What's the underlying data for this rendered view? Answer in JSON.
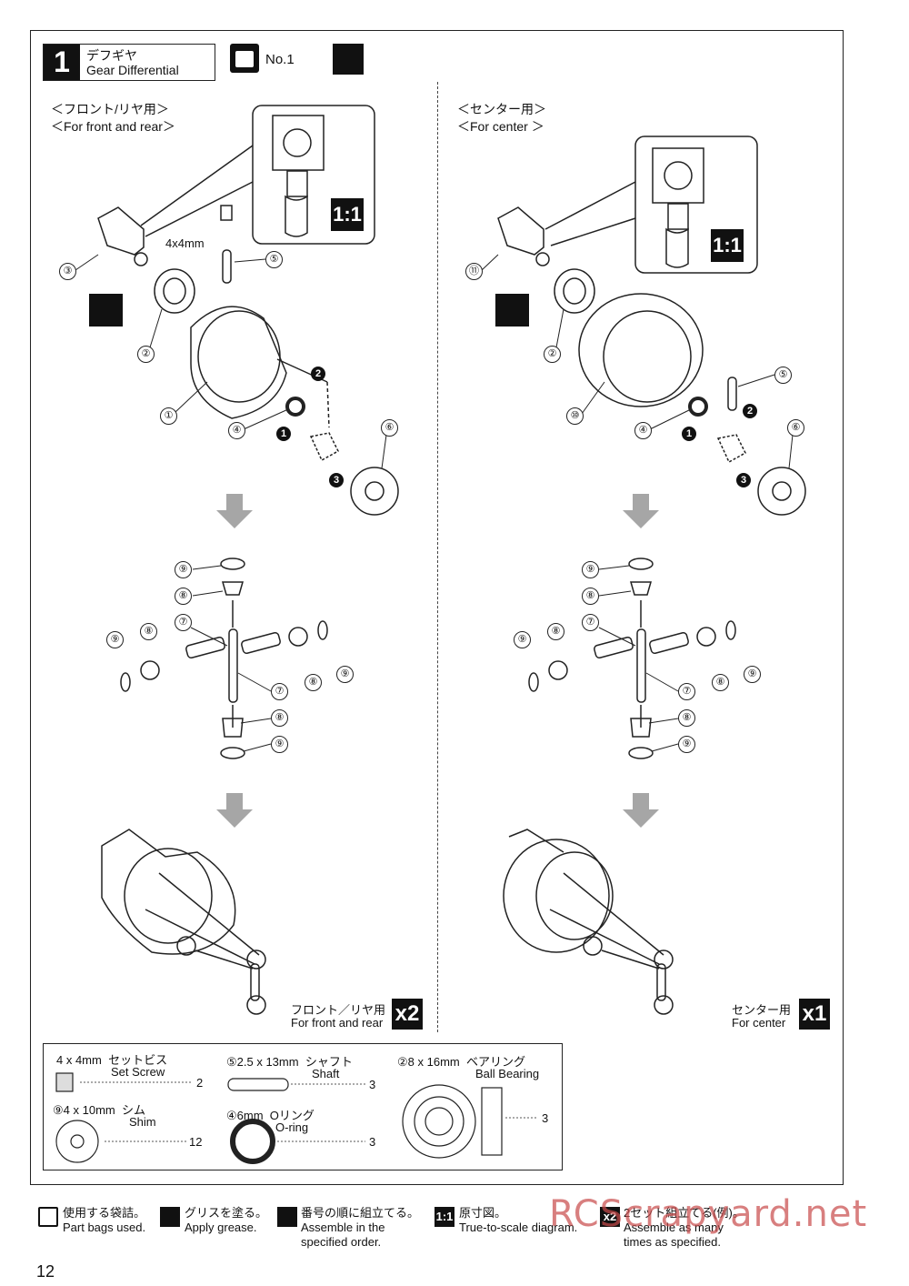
{
  "step": {
    "number": "1",
    "title_jp": "デフギヤ",
    "title_en": "Gear Differential",
    "bag_label": "No.1"
  },
  "left_panel": {
    "heading_jp": "＜フロント/リヤ用＞",
    "heading_en": "＜For front and rear＞",
    "screw_label": "4x4mm",
    "scale_label": "1:1",
    "final_jp": "フロント／リヤ用",
    "final_en": "For front and rear",
    "multiplier": "x2"
  },
  "right_panel": {
    "heading_jp": "＜センター用＞",
    "heading_en": "＜For center ＞",
    "scale_label": "1:1",
    "final_jp": "センター用",
    "final_en": "For center",
    "multiplier": "x1"
  },
  "callouts": {
    "n1": "①",
    "n2": "②",
    "n3": "③",
    "n4": "④",
    "n5": "⑤",
    "n6": "⑥",
    "n7": "⑦",
    "n8": "⑧",
    "n9": "⑨",
    "n10": "⑩",
    "n11": "⑪",
    "o1": "1",
    "o2": "2",
    "o3": "3"
  },
  "parts": {
    "set_screw": {
      "spec": "4 x 4mm",
      "jp": "セットビス",
      "en": "Set Screw",
      "qty": "2"
    },
    "shim": {
      "num": "⑨",
      "spec": "4 x 10mm",
      "jp": "シム",
      "en": "Shim",
      "qty": "12"
    },
    "shaft": {
      "num": "⑤",
      "spec": "2.5 x 13mm",
      "jp": "シャフト",
      "en": "Shaft",
      "qty": "3"
    },
    "oring": {
      "num": "④",
      "spec": "6mm",
      "jp": "Oリング",
      "en": "O-ring",
      "qty": "3"
    },
    "bearing": {
      "num": "②",
      "spec": "8 x 16mm",
      "jp": "ベアリング",
      "en": "Ball Bearing",
      "qty": "3"
    }
  },
  "legend": [
    {
      "jp": "使用する袋詰。",
      "en": "Part bags used."
    },
    {
      "jp": "グリスを塗る。",
      "en": "Apply grease."
    },
    {
      "jp": "番号の順に組立てる。",
      "en1": "Assemble in the",
      "en2": "specified order."
    },
    {
      "jp": "原寸図。",
      "en": "True-to-scale diagram.",
      "icon": "1:1"
    },
    {
      "jp": "2セット組立てる(例)。",
      "en1": "Assemble as many",
      "en2": "times as specified.",
      "icon": "x2"
    }
  ],
  "watermark": "RCScrapyard.net",
  "page_number": "12"
}
